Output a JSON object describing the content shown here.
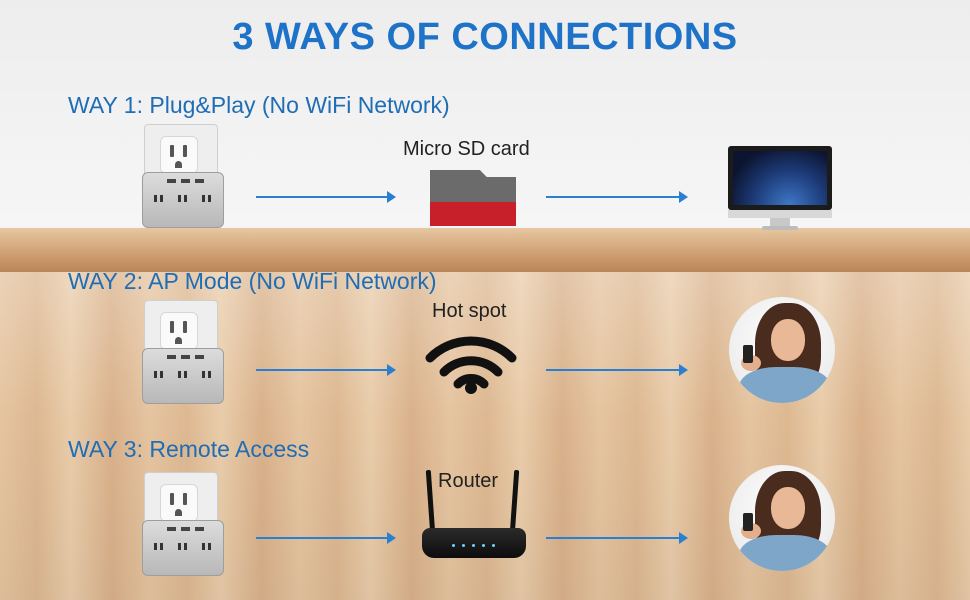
{
  "title": "3 WAYS OF CONNECTIONS",
  "colors": {
    "title": "#1e73c8",
    "way_text": "#1f6db5",
    "arrow": "#2a7fd0"
  },
  "ways": [
    {
      "label": "WAY 1: Plug&Play (No WiFi Network)",
      "middle_label": "Micro SD card",
      "middle_icon": "micro-sd-card-icon",
      "end_icon": "desktop-monitor-icon"
    },
    {
      "label": "WAY 2: AP Mode (No WiFi Network)",
      "middle_label": "Hot spot",
      "middle_icon": "wifi-icon",
      "end_icon": "person-with-phone-icon"
    },
    {
      "label": "WAY 3: Remote Access",
      "middle_label": "Router",
      "middle_icon": "router-icon",
      "end_icon": "person-with-phone-icon"
    }
  ]
}
